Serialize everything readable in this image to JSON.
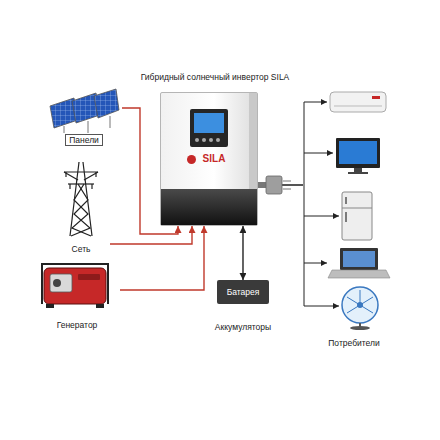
{
  "diagram": {
    "title": "Гибридный солнечный инвертор SILA",
    "nodes": [
      {
        "text": [
          "Панели"
        ]
      },
      {
        "text": [
          "Сеть"
        ]
      },
      {
        "text": [
          "Генератор"
        ]
      },
      {
        "text": [
          "SILA"
        ]
      },
      {
        "text": [
          "Батарея",
          "Аккумуляторы"
        ]
      },
      {
        "text": [
          "Потребители"
        ]
      }
    ],
    "edges": [
      {
        "from": 0,
        "to": 3,
        "arrow": "to"
      },
      {
        "from": 1,
        "to": 3,
        "arrow": "to"
      },
      {
        "from": 2,
        "to": 3,
        "arrow": "to"
      },
      {
        "from": 3,
        "to": 4,
        "arrow": "both"
      },
      {
        "from": 3,
        "to": 5,
        "arrow": "none"
      }
    ]
  }
}
